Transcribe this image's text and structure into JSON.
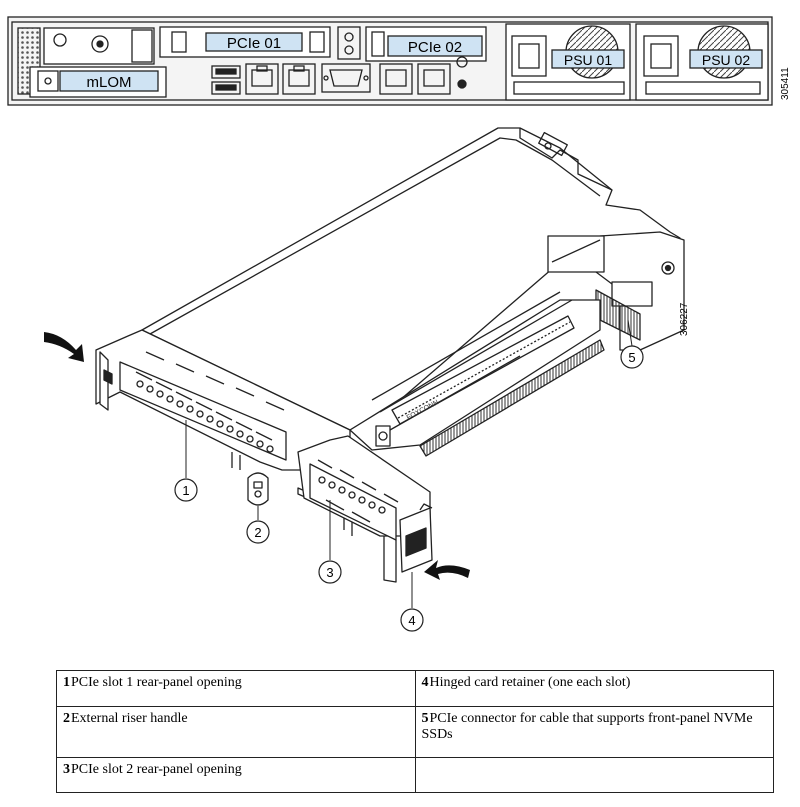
{
  "rear_panel": {
    "labels": {
      "pcie01": "PCIe 01",
      "pcie02": "PCIe 02",
      "mlom": "mLOM",
      "psu01": "PSU 01",
      "psu02": "PSU 02"
    },
    "figure_id": "305411"
  },
  "riser": {
    "figure_id": "306227",
    "board_text": "FOXCONN",
    "callouts": [
      "1",
      "2",
      "3",
      "4",
      "5"
    ]
  },
  "legend": [
    {
      "num": "1",
      "text": "PCIe slot 1 rear-panel opening"
    },
    {
      "num": "4",
      "text": "Hinged card retainer (one each slot)"
    },
    {
      "num": "2",
      "text": "External riser handle"
    },
    {
      "num": "5",
      "text": "PCIe connector for cable that supports front-panel NVMe SSDs"
    },
    {
      "num": "3",
      "text": "PCIe slot 2 rear-panel opening"
    },
    {
      "num": "",
      "text": ""
    }
  ],
  "colors": {
    "label_fill": "#cfe3f3",
    "line": "#222222"
  }
}
